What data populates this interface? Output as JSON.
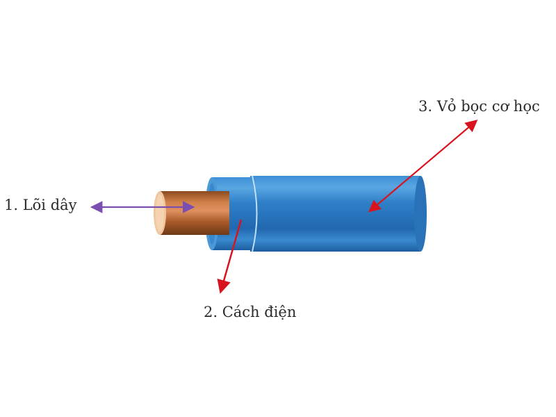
{
  "diagram": {
    "subject": "Electrical wire cross-section",
    "labels": [
      {
        "id": 1,
        "text": "1. Lõi dây"
      },
      {
        "id": 2,
        "text": "2. Cách điện"
      },
      {
        "id": 3,
        "text": "3. Vỏ bọc cơ học"
      }
    ],
    "colors": {
      "copper": "#b8642e",
      "copper_face": "#f0c8a0",
      "insulation": "#2a7cc4",
      "sheath": "#2b78c2",
      "arrow_core": "#7a4fb0",
      "arrow_parts": "#d8141e",
      "text": "#2b2b2b"
    }
  }
}
